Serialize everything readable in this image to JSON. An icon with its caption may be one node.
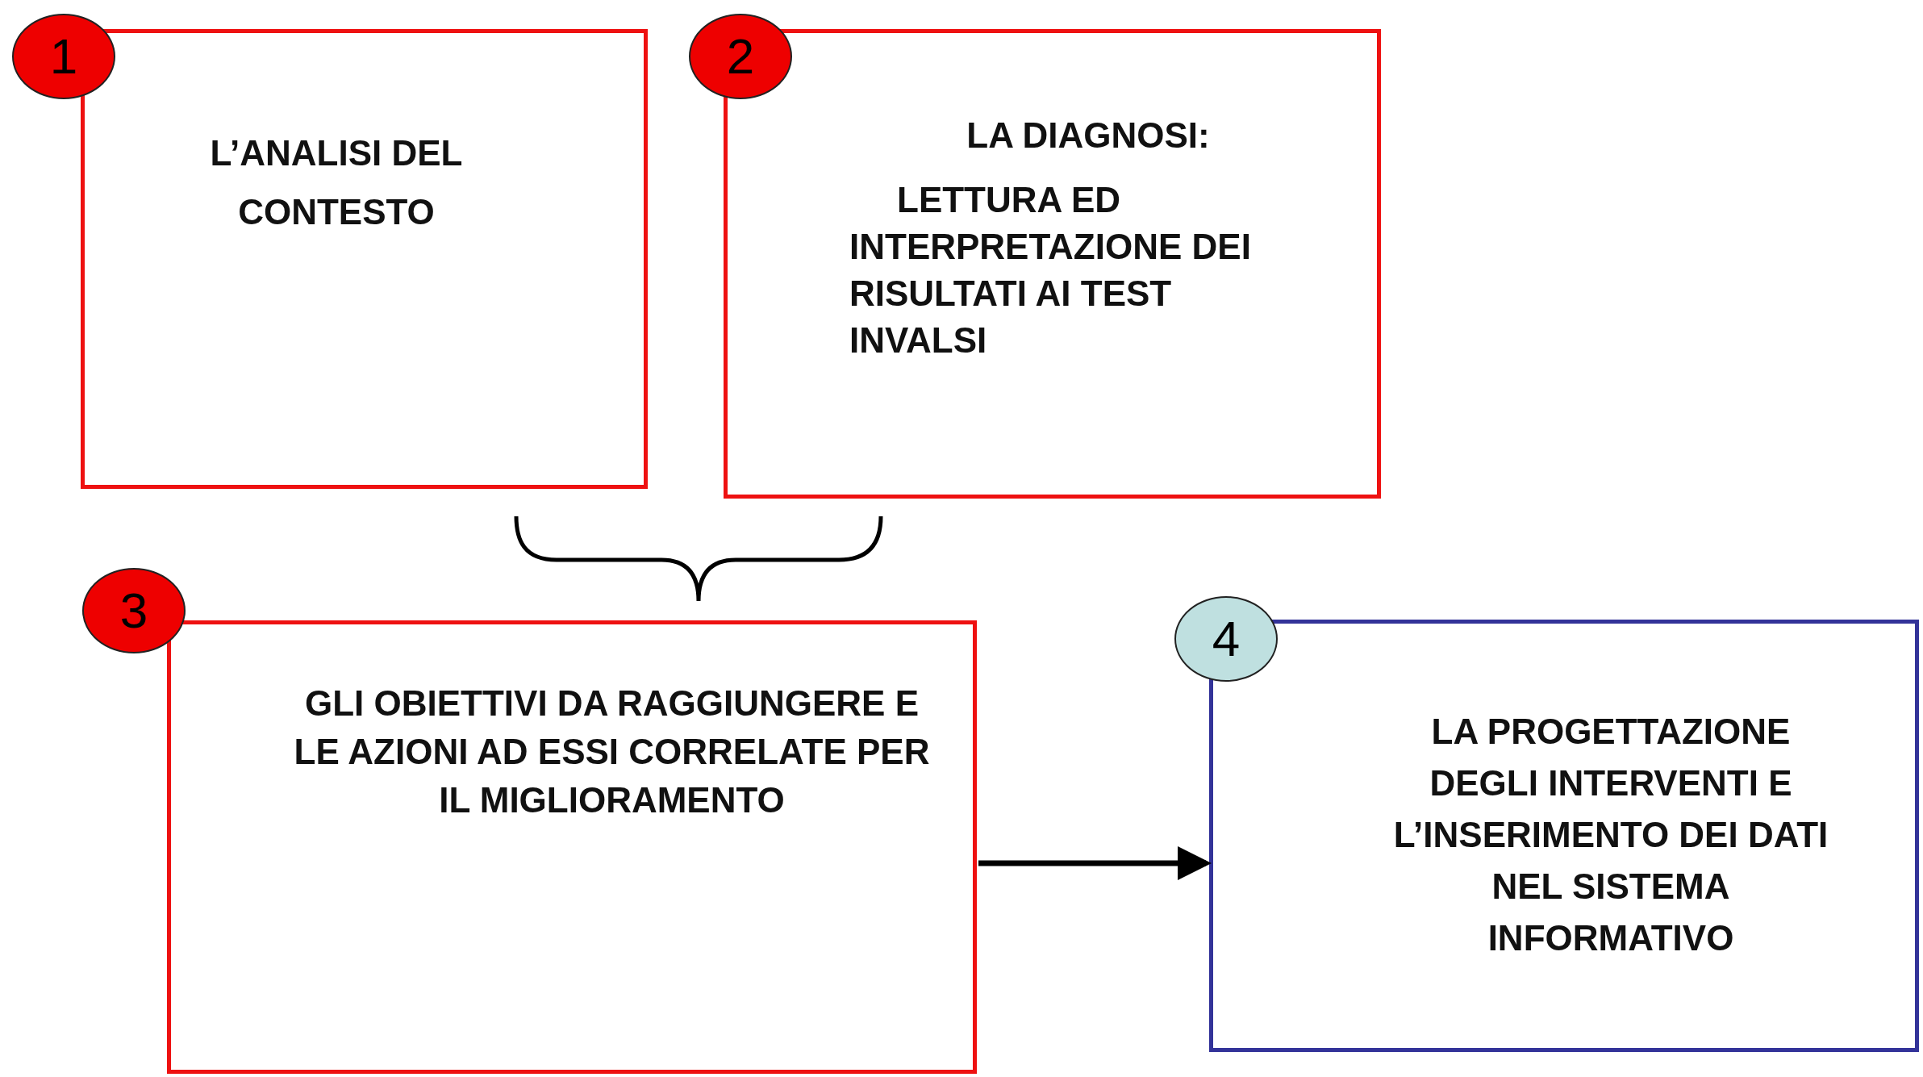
{
  "diagram": {
    "nodes": [
      {
        "text": [
          "1"
        ]
      },
      {
        "text": [
          "L’ANALISI DEL CONTESTO"
        ]
      },
      {
        "text": [
          "2"
        ]
      },
      {
        "text": [
          "LA DIAGNOSI:",
          "LETTURA ED INTERPRETAZIONE DEI RISULTATI AI TEST INVALSI"
        ]
      },
      {
        "text": [
          "3"
        ]
      },
      {
        "text": [
          "GLI OBIETTIVI DA RAGGIUNGERE E LE AZIONI AD ESSI CORRELATE PER IL MIGLIORAMENTO"
        ]
      },
      {
        "text": [
          "4"
        ]
      },
      {
        "text": [
          "LA PROGETTAZIONE DEGLI INTERVENTI E L’INSERIMENTO DEI DATI NEL SISTEMA INFORMATIVO"
        ]
      }
    ],
    "edges": [
      {
        "from": 5,
        "to": 7,
        "arrow": "to"
      }
    ]
  }
}
